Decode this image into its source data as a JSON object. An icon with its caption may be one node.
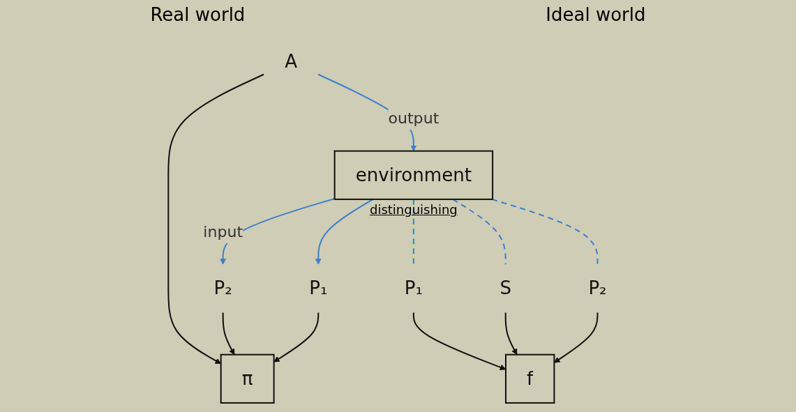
{
  "diagram": {
    "nodes": [
      {
        "text": [
          "P₁"
        ]
      },
      {
        "text": [
          "π"
        ]
      },
      {
        "text": [
          "P₂"
        ]
      },
      {
        "text": [
          "A"
        ]
      },
      {
        "text": [
          "environment"
        ],
        "beside": [
          "distinguishing"
        ]
      },
      {
        "text": [
          "P₁"
        ]
      },
      {
        "text": [
          "f"
        ]
      },
      {
        "text": [
          "P₂"
        ]
      },
      {
        "text": [
          "S"
        ]
      }
    ],
    "edges": [
      {
        "from": 0,
        "to": 1,
        "arrow": "to"
      },
      {
        "from": 2,
        "to": 1,
        "arrow": "to"
      },
      {
        "from": 3,
        "to": 1,
        "arrow": "to"
      },
      {
        "from": 3,
        "to": 4,
        "arrow": "to",
        "label": "output",
        "color": "#3b7fd0"
      },
      {
        "from": 4,
        "to": 2,
        "arrow": "to",
        "label": "input",
        "color": "#3b7fd0"
      },
      {
        "from": 4,
        "to": 0,
        "arrow": "to",
        "color": "#3b7fd0"
      },
      {
        "from": 5,
        "to": 6,
        "arrow": "to"
      },
      {
        "from": 7,
        "to": 6,
        "arrow": "to"
      },
      {
        "from": 8,
        "to": 6,
        "arrow": "to"
      },
      {
        "from": 4,
        "to": 5,
        "arrow": "none",
        "style": "dashed",
        "color": "#3b7fd0"
      },
      {
        "from": 4,
        "to": 8,
        "arrow": "none",
        "style": "dashed",
        "color": "#3b7fd0"
      },
      {
        "from": 4,
        "to": 7,
        "arrow": "none",
        "style": "dashed",
        "color": "#3b7fd0"
      }
    ],
    "labels": [
      "Real world",
      "Ideal world"
    ]
  }
}
